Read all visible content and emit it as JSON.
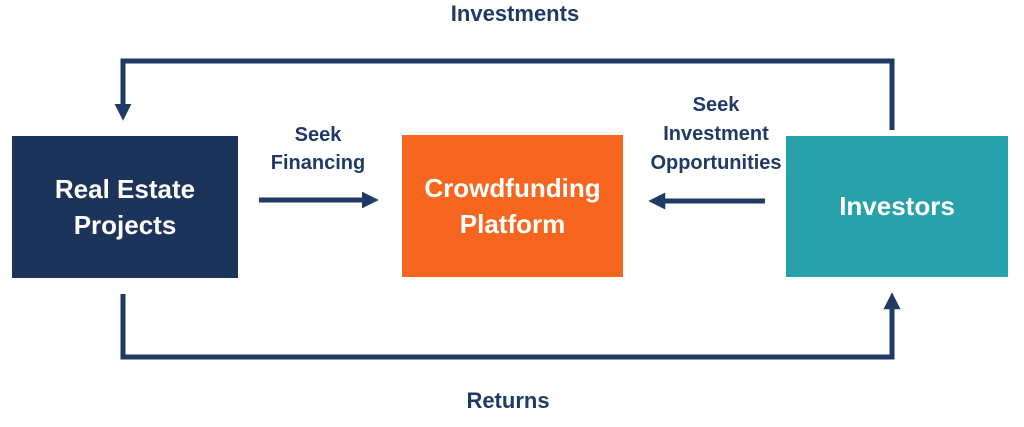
{
  "colors": {
    "background": "#ffffff",
    "arrow": "#203A66",
    "label": "#203A66"
  },
  "diagram": {
    "nodes": {
      "real_estate": {
        "label": "Real Estate\nProjects",
        "color": "#1C3459"
      },
      "platform": {
        "label": "Crowdfunding\nPlatform",
        "color": "#F6661F"
      },
      "investors": {
        "label": "Investors",
        "color": "#29A1AA"
      }
    },
    "flows": {
      "investments": {
        "label": "Investments",
        "from": "Investors",
        "to": "Real Estate Projects"
      },
      "returns": {
        "label": "Returns",
        "from": "Real Estate Projects",
        "to": "Investors"
      },
      "seek_financing": {
        "label": "Seek\nFinancing",
        "from": "Real Estate Projects",
        "to": "Crowdfunding Platform"
      },
      "seek_investment": {
        "label": "Seek\nInvestment\nOpportunities",
        "from": "Investors",
        "to": "Crowdfunding Platform"
      }
    }
  }
}
